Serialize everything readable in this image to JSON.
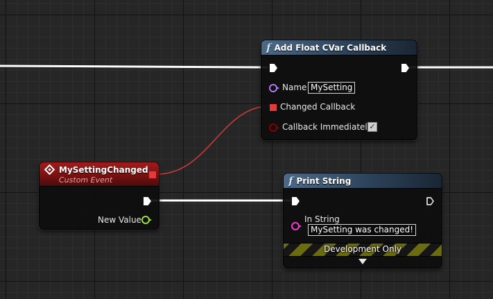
{
  "graph": {
    "nodes": {
      "add_callback": {
        "title": "Add Float CVar Callback",
        "icon": "function-icon",
        "pins": {
          "name_label": "Name",
          "name_value": "MySetting",
          "changed_callback_label": "Changed Callback",
          "callback_immediately_label": "Callback Immediately",
          "callback_immediately_checked": true
        }
      },
      "custom_event": {
        "title": "MySettingChanged",
        "subtitle": "Custom Event",
        "icon": "event-diamond-icon",
        "pins": {
          "new_value_label": "New Value"
        }
      },
      "print_string": {
        "title": "Print String",
        "icon": "function-icon",
        "pins": {
          "in_string_label": "In String",
          "in_string_value": "MySetting was changed!"
        },
        "development_only_label": "Development Only"
      }
    },
    "colors": {
      "exec_wire": "#ffffff",
      "delegate_wire": "#c83a3a",
      "delegate_pin": "#e53a3a",
      "name_pin": "#b178f5",
      "bool_pin": "#8a0000",
      "float_pin": "#9be23a",
      "string_pin": "#f03cd6",
      "function_header": "#4c6a86",
      "event_header": "#a21c1c"
    }
  }
}
